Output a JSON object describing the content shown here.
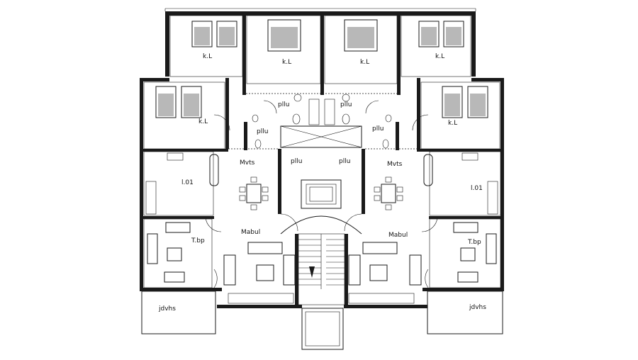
{
  "drawing": {
    "labels": {
      "bedroom": "k.L",
      "bath": "pllu",
      "dining": "Mvts",
      "kitchen": "l.01",
      "living": "Mabul",
      "study": "T.bp",
      "balcony": "jdvhs"
    }
  },
  "colors": {
    "line": "#1a1a1a",
    "background": "#ffffff"
  }
}
